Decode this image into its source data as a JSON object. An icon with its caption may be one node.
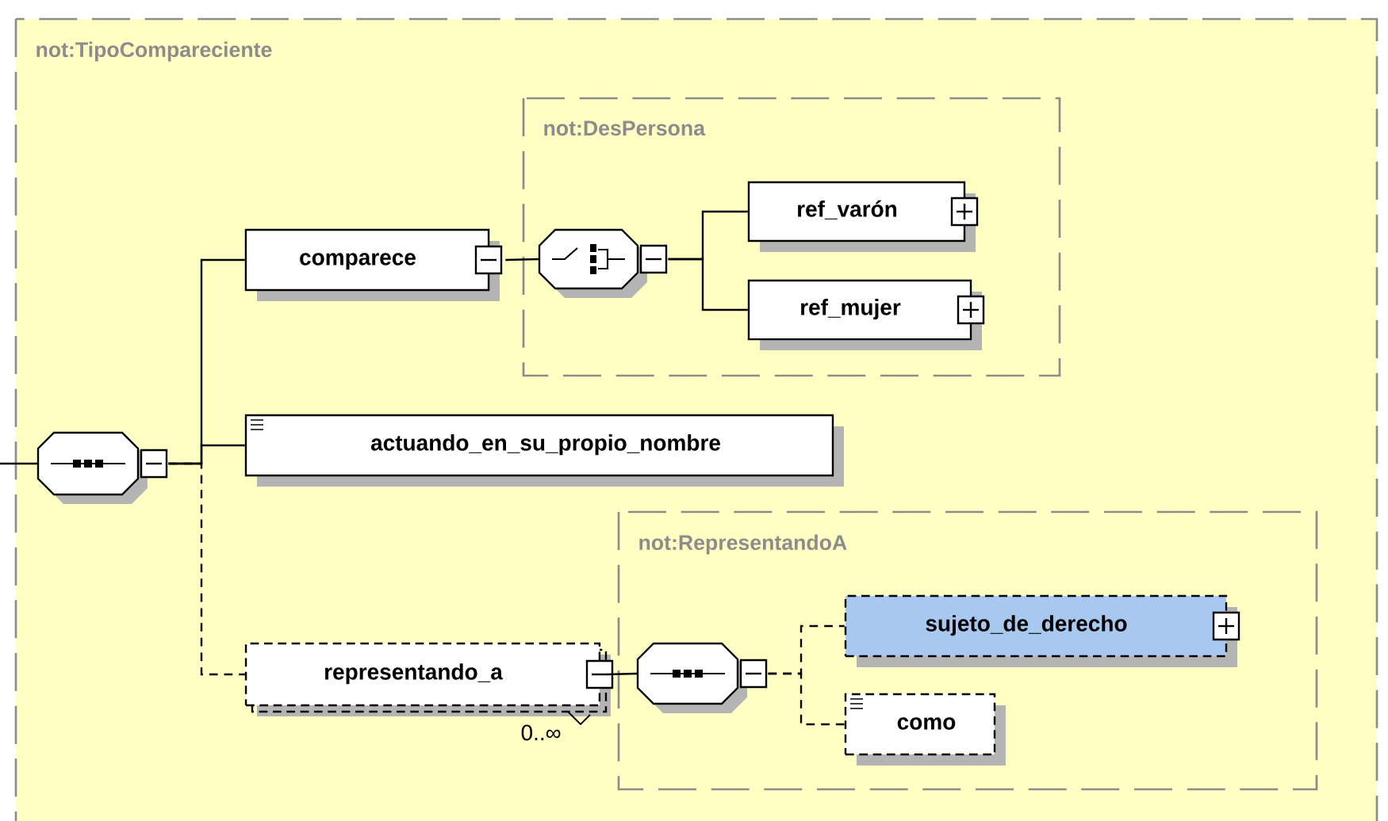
{
  "diagram": {
    "nodes": [
      {
        "text": [
          "not:TipoCompareciente"
        ]
      },
      {
        "text": [],
        "shape": "octagon",
        "in": 0
      },
      {
        "text": [
          "comparece"
        ],
        "in": 0
      },
      {
        "text": [
          "not:DesPersona"
        ],
        "in": 0
      },
      {
        "text": [],
        "shape": "octagon",
        "in": 3
      },
      {
        "text": [
          "ref_varón"
        ],
        "in": 3
      },
      {
        "text": [
          "ref_mujer"
        ],
        "in": 3
      },
      {
        "text": [
          "actuando_en_su_propio_nombre"
        ],
        "in": 0
      },
      {
        "text": [
          "representando_a"
        ],
        "beside": [
          "0..∞"
        ],
        "in": 0
      },
      {
        "text": [
          "not:RepresentandoA"
        ],
        "in": 0
      },
      {
        "text": [],
        "shape": "octagon",
        "in": 9
      },
      {
        "text": [
          "sujeto_de_derecho"
        ],
        "in": 9
      },
      {
        "text": [
          "como"
        ],
        "in": 9
      }
    ],
    "edges": [
      {
        "from": null,
        "to": 1,
        "arrow": "none"
      },
      {
        "from": 1,
        "to": 2,
        "arrow": "none"
      },
      {
        "from": 1,
        "to": 7,
        "arrow": "none"
      },
      {
        "from": 1,
        "to": 8,
        "arrow": "none",
        "style": "dashed"
      },
      {
        "from": 2,
        "to": 4,
        "arrow": "none"
      },
      {
        "from": 4,
        "to": 5,
        "arrow": "none"
      },
      {
        "from": 4,
        "to": 6,
        "arrow": "none"
      },
      {
        "from": 8,
        "to": 10,
        "arrow": "none"
      },
      {
        "from": 10,
        "to": 11,
        "arrow": "none",
        "style": "dashed"
      },
      {
        "from": 10,
        "to": 12,
        "arrow": "none",
        "style": "dashed"
      }
    ]
  }
}
